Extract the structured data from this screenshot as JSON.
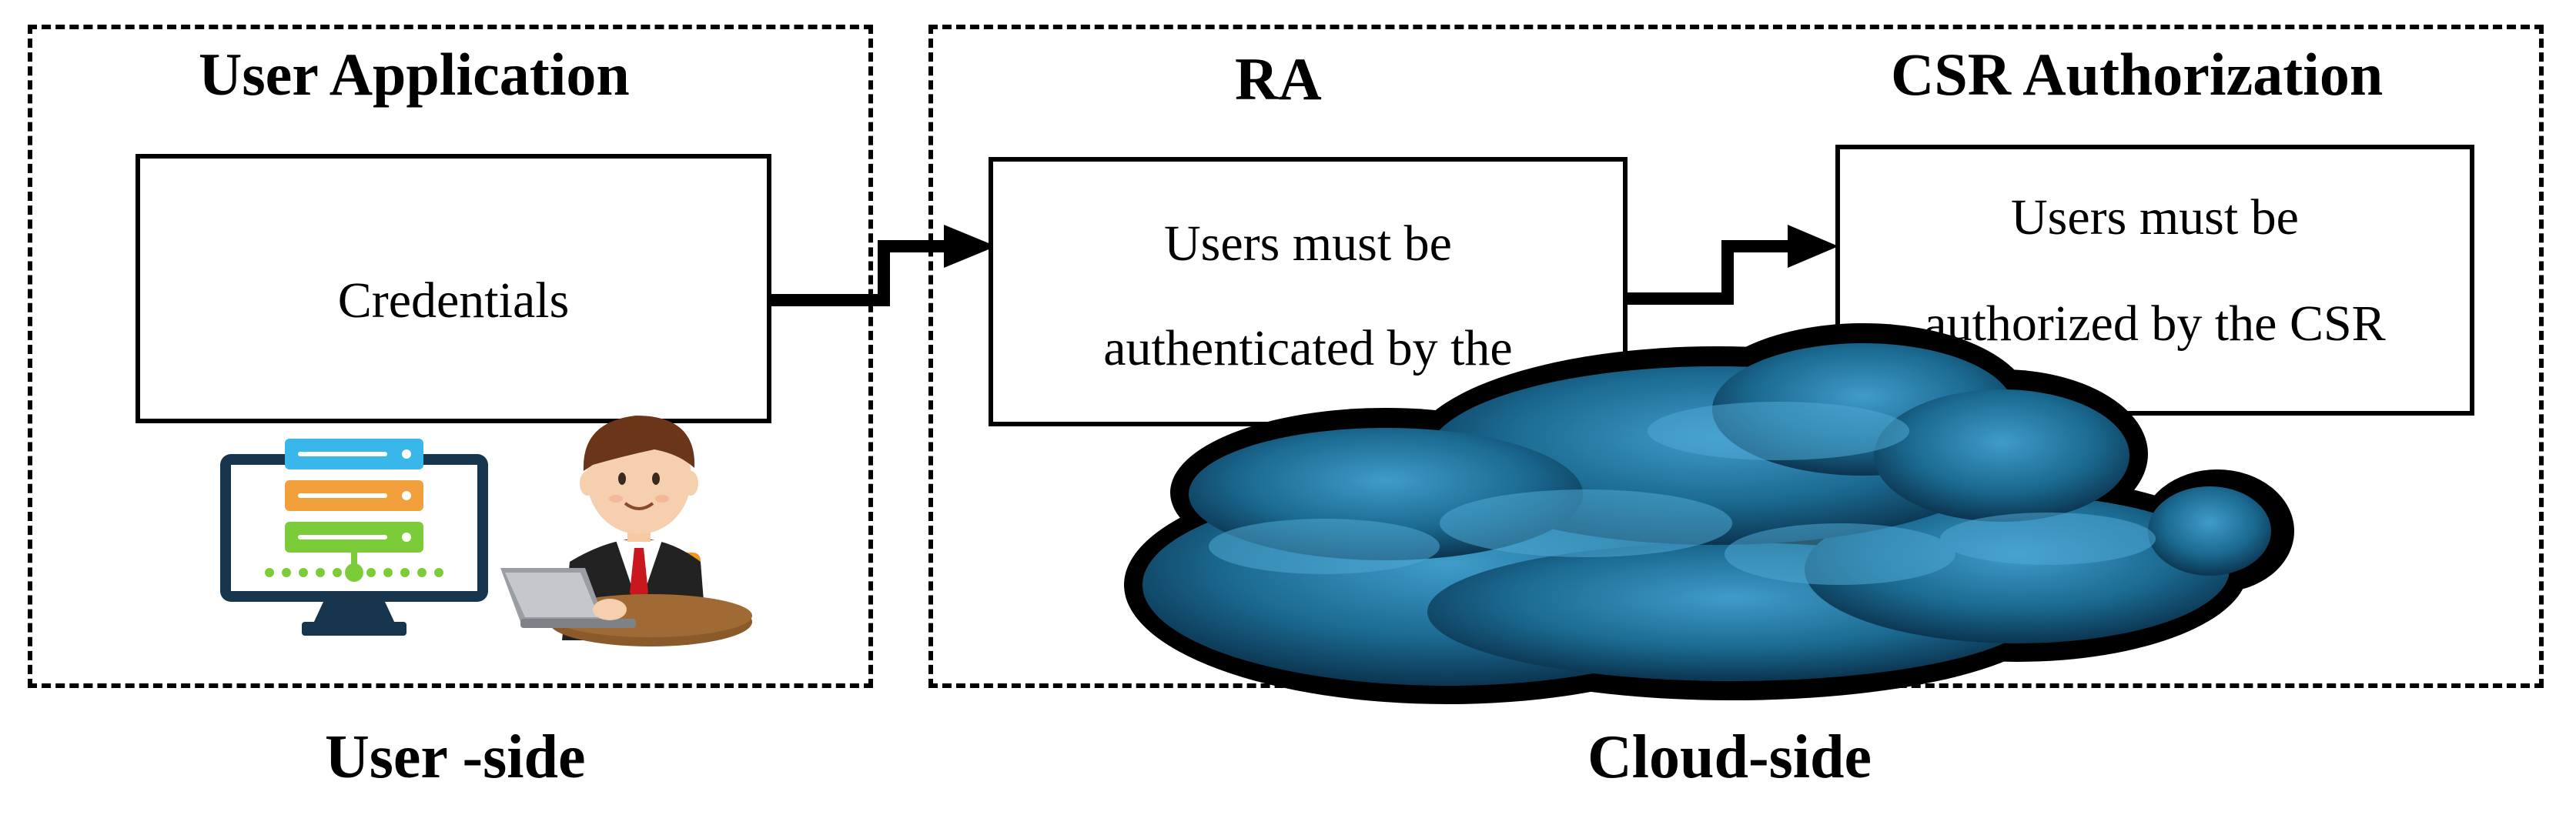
{
  "user_side": {
    "heading": "User Application",
    "credentials_box": "Credentials",
    "caption": "User -side",
    "icons": [
      "monitor-server-icon",
      "businessman-laptop-icon"
    ]
  },
  "cloud_side": {
    "ra_heading": "RA",
    "ra_box": [
      "Users must be",
      "authenticated by the"
    ],
    "csr_heading": "CSR Authorization",
    "csr_box": [
      "Users must be",
      "authorized by the CSR"
    ],
    "caption": "Cloud-side",
    "icons": [
      "cloud-icon"
    ]
  },
  "colors": {
    "cloud_fill": "#1b6a92",
    "cloud_highlight": "#4ea9d4",
    "monitor_frame": "#17364d",
    "server_blue": "#39b7ea",
    "server_orange": "#f2a03c",
    "server_green": "#7ccc3a"
  }
}
